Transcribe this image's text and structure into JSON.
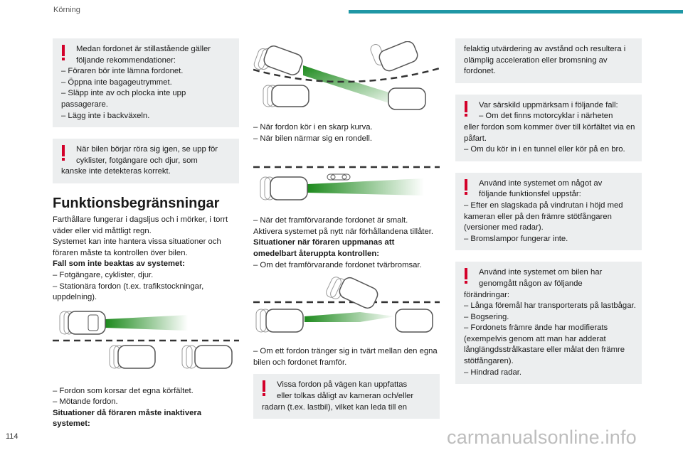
{
  "header": {
    "chapter": "Körning"
  },
  "page_number": "114",
  "watermark": "carmanualsonline.info",
  "col1": {
    "warn1": {
      "l1": "Medan fordonet är stillastående gäller",
      "l2": "följande rekommendationer:",
      "items": [
        "–  Föraren bör inte lämna fordonet.",
        "–  Öppna inte bagageutrymmet.",
        "–  Släpp inte av och plocka inte upp passagerare.",
        "–  Lägg inte i backväxeln."
      ]
    },
    "warn2": {
      "l1": "När bilen börjar röra sig igen, se upp för",
      "l2": "cyklister, fotgängare och djur, som",
      "rest": "kanske inte detekteras korrekt."
    },
    "heading": "Funktionsbegränsningar",
    "para1": "Farthållare fungerar i dagsljus och i mörker, i torrt väder eller vid måttligt regn.",
    "para2": "Systemet kan inte hantera vissa situationer och föraren måste ta kontrollen över bilen.",
    "bold1": "Fall som inte beaktas av systemet:",
    "list1": [
      "–  Fotgängare, cyklister, djur.",
      "–  Stationära fordon (t.ex. trafikstockningar, uppdelning)."
    ],
    "list2": [
      "–  Fordon som korsar det egna körfältet.",
      "–  Mötande fordon."
    ],
    "bold2": "Situationer då föraren måste inaktivera systemet:"
  },
  "col2": {
    "list1": [
      "–  När fordon kör i en skarp kurva.",
      "–  När bilen närmar sig en rondell."
    ],
    "list2": [
      "–  När det framförvarande fordonet är smalt."
    ],
    "para1": "Aktivera systemet på nytt när förhållandena tillåter.",
    "bold1": "Situationer när föraren uppmanas att omedelbart återuppta kontrollen:",
    "list3": [
      "–  Om det framförvarande fordonet tvärbromsar."
    ],
    "list4": [
      "–  Om ett fordon tränger sig in tvärt mellan den egna bilen och fordonet framför."
    ],
    "warn1": {
      "l1": "Vissa fordon på vägen kan uppfattas",
      "l2": "eller tolkas dåligt av kameran och/eller",
      "rest": "radarn (t.ex. lastbil), vilket kan leda till en"
    }
  },
  "col3": {
    "box1": "felaktig utvärdering av avstånd och resultera i olämplig acceleration eller bromsning av fordonet.",
    "warn1": {
      "l1": "Var särskild uppmärksam i följande fall:",
      "l2": "–  Om det finns motorcyklar i närheten",
      "rest": "eller fordon som kommer över till körfältet via en påfart.",
      "items": [
        "–  Om du kör in i en tunnel eller kör på en bro."
      ]
    },
    "warn2": {
      "l1": "Använd inte systemet om något av",
      "l2": "följande funktionsfel uppstår:",
      "items": [
        "–  Efter en slagskada på vindrutan i höjd med kameran eller på den främre stötfångaren (versioner med radar).",
        "–  Bromslampor fungerar inte."
      ]
    },
    "warn3": {
      "l1": "Använd inte systemet om bilen har",
      "l2": "genomgått någon av följande",
      "rest": "förändringar:",
      "items": [
        "–  Långa föremål har transporterats på lastbågar.",
        "–  Bogsering.",
        "–  Fordonets främre ände har modifierats (exempelvis genom att man har adderat långlängdsstrålkastare eller målat den främre stötfångaren).",
        "–  Hindrad radar."
      ]
    }
  }
}
